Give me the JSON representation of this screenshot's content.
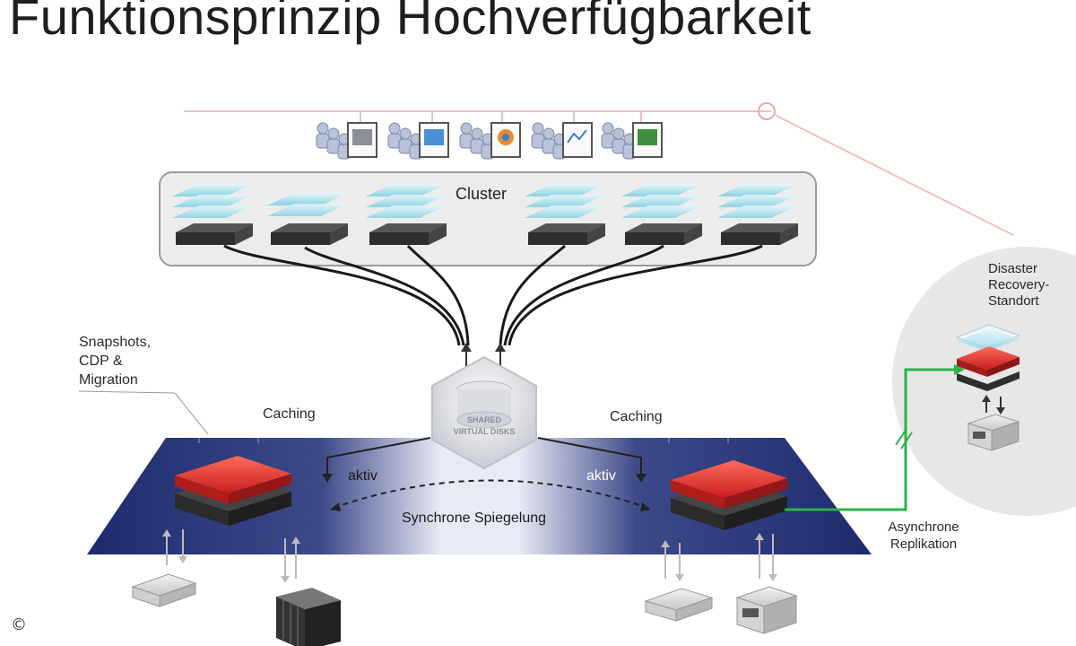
{
  "title": "Funktionsprinzip Hochverfügbarkeit",
  "labels": {
    "cluster": "Cluster",
    "snapshots_line1": "Snapshots,",
    "snapshots_line2": "CDP &",
    "snapshots_line3": "Migration",
    "caching_left": "Caching",
    "caching_right": "Caching",
    "shared_line1": "SHARED",
    "shared_line2": "VIRTUAL DISKS",
    "aktiv_left": "aktiv",
    "aktiv_right": "aktiv",
    "sync_mirroring": "Synchrone Spiegelung",
    "dr_line1": "Disaster",
    "dr_line2": "Recovery-",
    "dr_line3": "Standort",
    "async_line1": "Asynchrone",
    "async_line2": "Replikation",
    "copyright": "©"
  },
  "colors": {
    "platform": "#1c2a6e",
    "node_red": "#e23a36",
    "cluster_box": "#ececec",
    "replication_line": "#2bb34a",
    "top_line": "#e8b4b4"
  },
  "icons": [
    "user-group-icon",
    "server-icon",
    "storage-array-icon",
    "shared-disk-icon"
  ]
}
